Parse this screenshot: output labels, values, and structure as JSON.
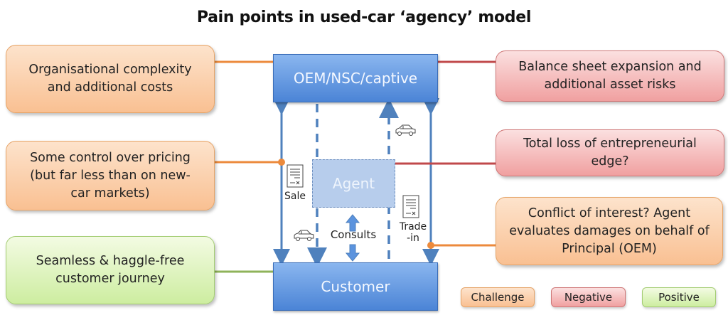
{
  "title": "Pain points in used-car ‘agency’ model",
  "entities": {
    "oem": "OEM/NSC/captive",
    "agent": "Agent",
    "customer": "Customer"
  },
  "flow_labels": {
    "sale": "Sale",
    "consults": "Consults",
    "trade_in": "Trade\n-in"
  },
  "icons": {
    "document": "document-icon",
    "car": "car-icon"
  },
  "callouts": [
    {
      "text": "Organisational complexity and additional costs",
      "category": "Challenge",
      "attached_to": "OEM/NSC/captive"
    },
    {
      "text": "Some control over pricing (but far less than on new-car markets)",
      "category": "Challenge",
      "attached_to": "Sale flow"
    },
    {
      "text": "Seamless & haggle-free customer journey",
      "category": "Positive",
      "attached_to": "Customer"
    },
    {
      "text": "Balance sheet expansion and additional asset risks",
      "category": "Negative",
      "attached_to": "OEM/NSC/captive"
    },
    {
      "text": "Total loss of entrepreneurial edge?",
      "category": "Negative",
      "attached_to": "Agent"
    },
    {
      "text": "Conflict of interest? Agent evaluates damages on behalf of Principal (OEM)",
      "category": "Challenge",
      "attached_to": "Trade-in flow"
    }
  ],
  "legend": [
    {
      "label": "Challenge",
      "color": "#f9c092"
    },
    {
      "label": "Negative",
      "color": "#f0a0a0"
    },
    {
      "label": "Positive",
      "color": "#cdeda0"
    }
  ],
  "colors": {
    "challenge_line": "#ec8a3c",
    "negative_line": "#c0494b",
    "positive_line": "#8fb35a",
    "flow_arrow": "#4f81bd"
  }
}
